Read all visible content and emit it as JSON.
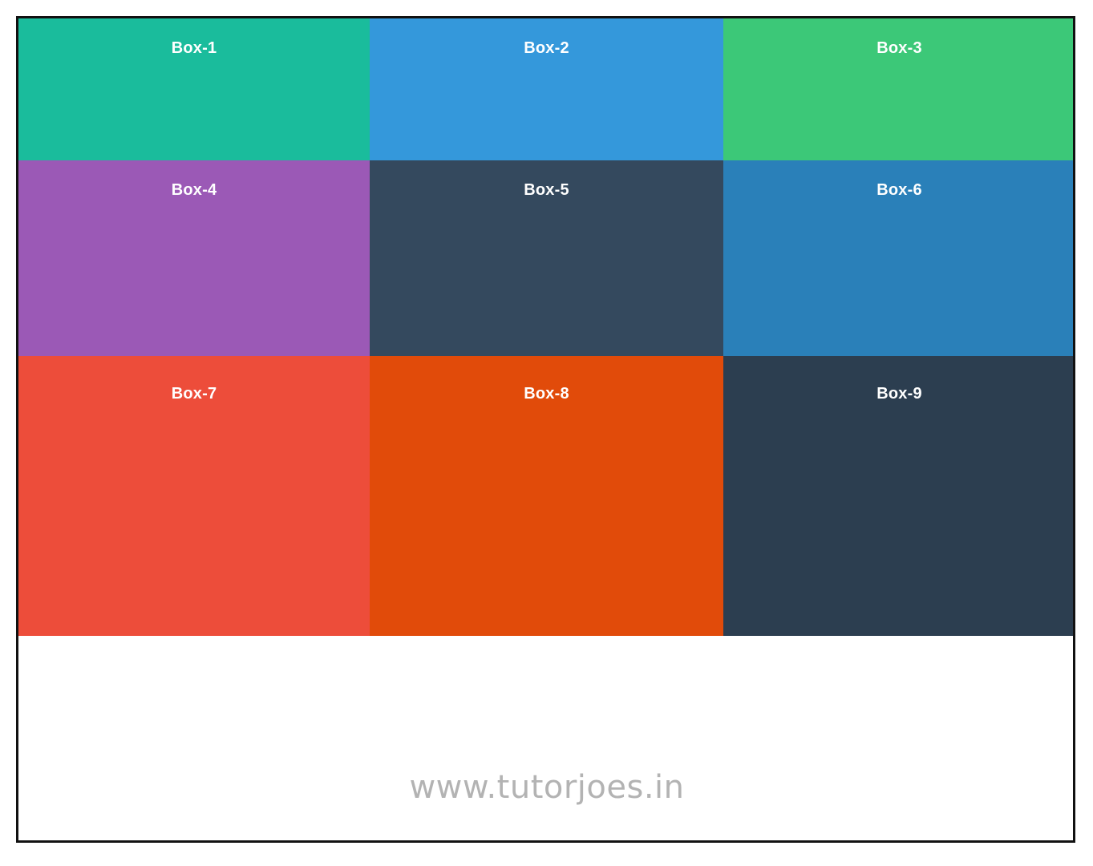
{
  "boxes": [
    {
      "label": "Box-1",
      "color": "#1abc9c"
    },
    {
      "label": "Box-2",
      "color": "#3498db"
    },
    {
      "label": "Box-3",
      "color": "#3cc878"
    },
    {
      "label": "Box-4",
      "color": "#9b59b6"
    },
    {
      "label": "Box-5",
      "color": "#34495e"
    },
    {
      "label": "Box-6",
      "color": "#2a80b9"
    },
    {
      "label": "Box-7",
      "color": "#ed4d3a"
    },
    {
      "label": "Box-8",
      "color": "#e14b0a"
    },
    {
      "label": "Box-9",
      "color": "#2c3e50"
    }
  ],
  "watermark": "www.tutorjoes.in"
}
